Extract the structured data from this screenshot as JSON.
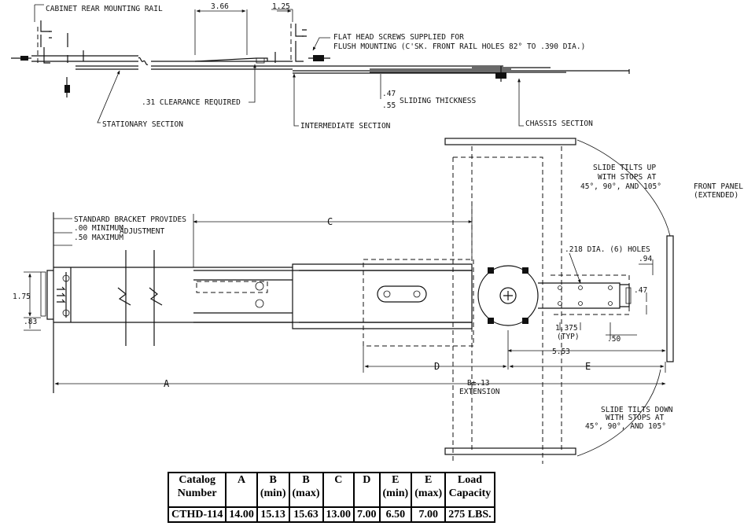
{
  "labels": {
    "cabinet_rail": "CABINET REAR MOUNTING RAIL",
    "dim_366": "3.66",
    "dim_125": "1.25",
    "flat_head_1": "FLAT HEAD SCREWS SUPPLIED FOR",
    "flat_head_2": "FLUSH MOUNTING (C'SK. FRONT RAIL HOLES 82° TO .390 DIA.)",
    "clearance": ".31 CLEARANCE REQUIRED",
    "sliding_top": ".47",
    "sliding_bottom": ".55",
    "sliding_thickness": "SLIDING THICKNESS",
    "stationary": "STATIONARY SECTION",
    "intermediate": "INTERMEDIATE SECTION",
    "chassis": "CHASSIS SECTION",
    "tilt_up_1": "SLIDE TILTS UP",
    "tilt_up_2": "WITH STOPS AT",
    "tilt_up_3": "45°, 90°, AND 105°",
    "front_panel_1": "FRONT PANEL",
    "front_panel_2": "(EXTENDED)",
    "bracket_1": "STANDARD BRACKET PROVIDES",
    "bracket_2": ".00 MINIMUM",
    "bracket_3": "ADJUSTMENT",
    "bracket_4": ".50 MAXIMUM",
    "dim_c": "C",
    "holes": ".218 DIA. (6) HOLES",
    "dim_094": ".94",
    "dim_175": "1.75",
    "dim_083": ".83",
    "dim_047": ".47",
    "dim_1375": "1.375",
    "typ": "(TYP)",
    "dim_050": ".50",
    "dim_553": "5.53",
    "dim_d": "D",
    "dim_e": "E",
    "dim_a": "A",
    "dim_b": "B±.13",
    "extension": "EXTENSION",
    "tilt_down_1": "SLIDE TILTS DOWN",
    "tilt_down_2": "WITH STOPS AT",
    "tilt_down_3": "45°, 90°, AND 105°"
  },
  "table": {
    "headers": [
      {
        "l1": "Catalog",
        "l2": "Number"
      },
      {
        "l1": "A",
        "l2": ""
      },
      {
        "l1": "B",
        "l2": "(min)"
      },
      {
        "l1": "B",
        "l2": "(max)"
      },
      {
        "l1": "C",
        "l2": ""
      },
      {
        "l1": "D",
        "l2": ""
      },
      {
        "l1": "E",
        "l2": "(min)"
      },
      {
        "l1": "E",
        "l2": "(max)"
      },
      {
        "l1": "Load",
        "l2": "Capacity"
      }
    ],
    "row": [
      "CTHD-114",
      "14.00",
      "15.13",
      "15.63",
      "13.00",
      "7.00",
      "6.50",
      "7.00",
      "275 LBS."
    ]
  }
}
